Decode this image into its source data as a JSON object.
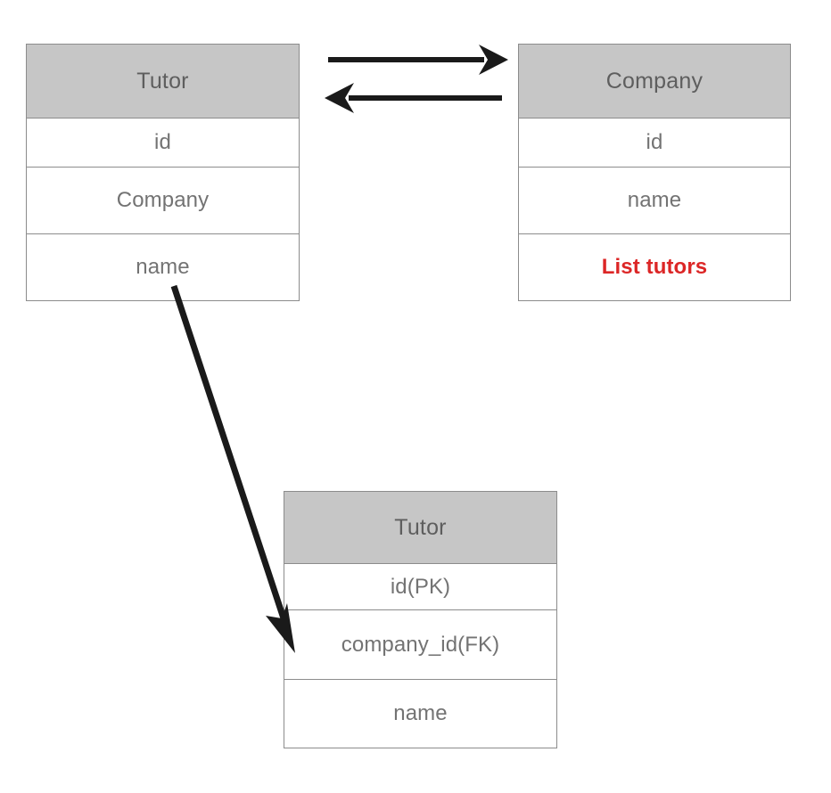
{
  "diagram": {
    "title": "Tutor Company relationship diagram",
    "background_color": "#ffffff",
    "header_fill": "#c6c6c6",
    "header_text_color": "#5e5e5e",
    "row_text_color": "#737373",
    "border_color": "#8c8c8c",
    "accent_color": "#dc2626",
    "arrow_color": "#1a1a1a"
  },
  "tables": [
    {
      "id": "tutor-left",
      "header": "Tutor",
      "rows": [
        {
          "label": "id",
          "accent": false
        },
        {
          "label": "Company",
          "accent": false
        },
        {
          "label": "name",
          "accent": false
        }
      ]
    },
    {
      "id": "company-right",
      "header": "Company",
      "rows": [
        {
          "label": "id",
          "accent": false
        },
        {
          "label": "name",
          "accent": false
        },
        {
          "label": "List tutors",
          "accent": true
        }
      ]
    },
    {
      "id": "tutor-bottom",
      "header": "Tutor",
      "rows": [
        {
          "label": "id(PK)",
          "accent": false
        },
        {
          "label": "company_id(FK)",
          "accent": false
        },
        {
          "label": "name",
          "accent": false
        }
      ]
    }
  ],
  "connectors": [
    {
      "id": "tutor-to-company",
      "name": "arrow-right-tutor-to-company",
      "direction": "right",
      "from": "tutor-left",
      "to": "company-right"
    },
    {
      "id": "company-to-tutor",
      "name": "arrow-left-company-to-tutor",
      "direction": "left",
      "from": "company-right",
      "to": "tutor-left"
    },
    {
      "id": "tutor-to-tutor-schema",
      "name": "arrow-diagonal-tutor-to-schema",
      "direction": "down-right",
      "from": "tutor-left",
      "to": "tutor-bottom"
    }
  ]
}
